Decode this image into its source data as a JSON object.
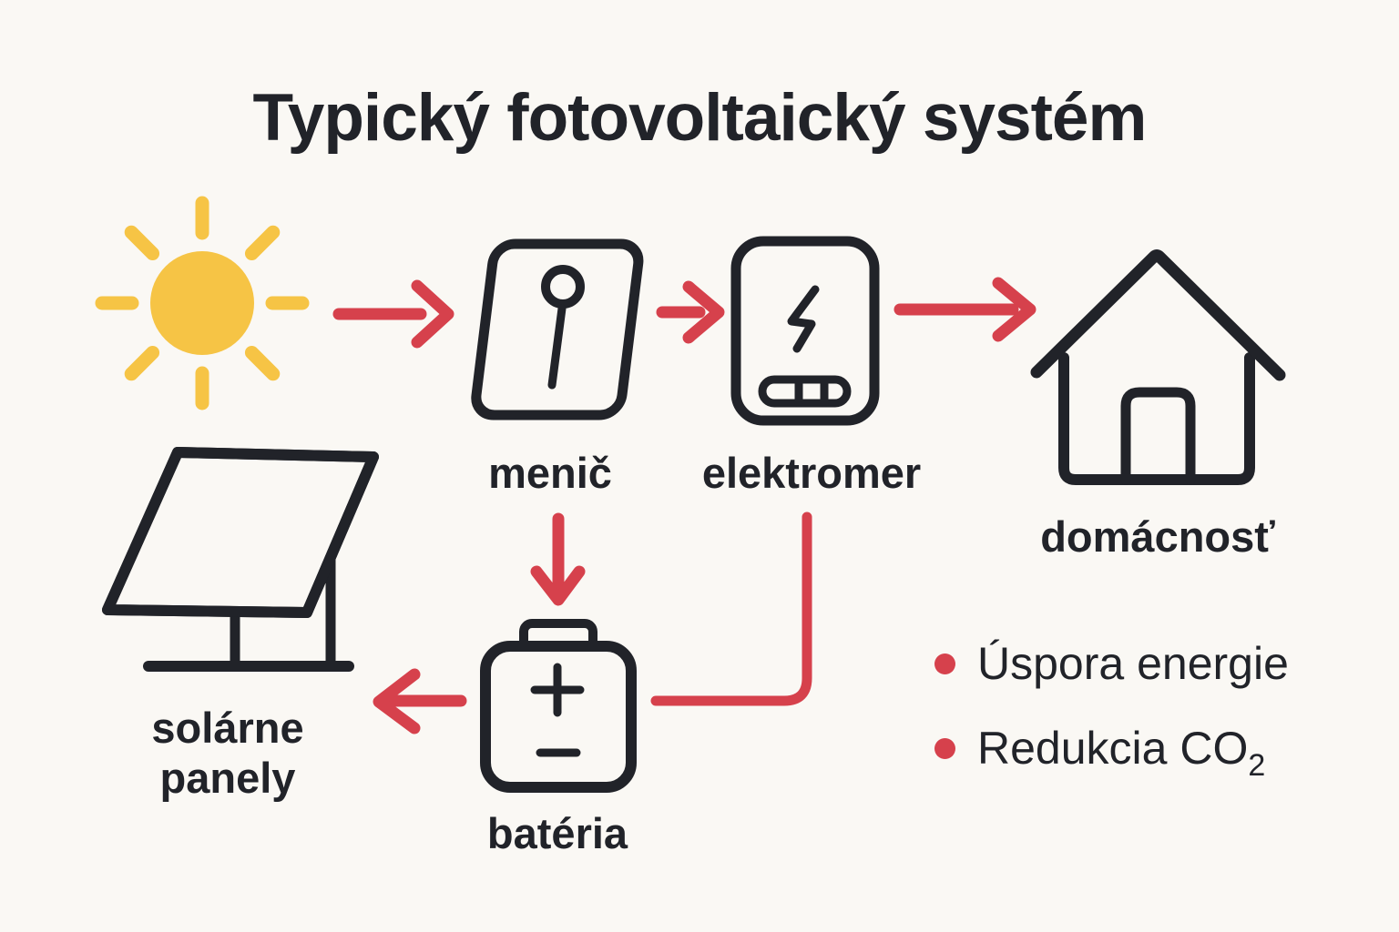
{
  "title": "Typický fotovoltaický systém",
  "labels": {
    "inverter": "menič",
    "meter": "elektromer",
    "house": "domácnosť",
    "battery": "batéria",
    "panels_line1": "solárne",
    "panels_line2": "panely"
  },
  "benefits": [
    {
      "text": "Úspora energie",
      "subscript": ""
    },
    {
      "text": "Redukcia CO",
      "subscript": "2"
    }
  ],
  "icons": {
    "sun": "sun-icon",
    "solar_panels": "solar-panel-icon",
    "inverter": "inverter-icon",
    "meter": "electricity-meter-icon",
    "house": "house-icon",
    "battery": "battery-icon",
    "flow": "red-flow-arrows"
  },
  "colors": {
    "accent_red": "#D6414C",
    "sun_yellow": "#F6C445",
    "ink": "#212329",
    "background": "#FAF8F4"
  }
}
